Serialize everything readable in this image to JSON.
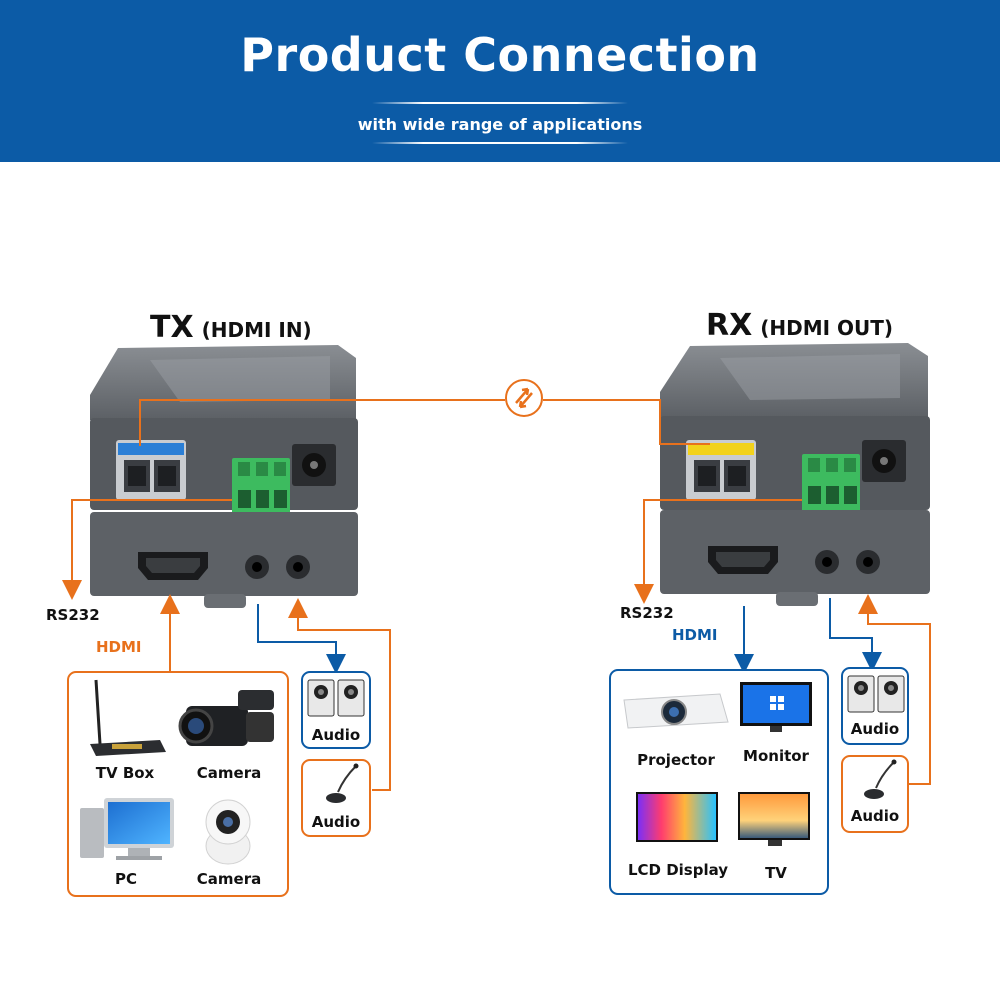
{
  "header": {
    "title": "Product Connection",
    "subtitle": "with wide range of applications"
  },
  "tx": {
    "title": "TX",
    "subtitle": "(HDMI IN)",
    "rs232_label": "RS232",
    "hdmi_label": "HDMI",
    "sources": [
      {
        "label": "TV Box",
        "icon": "tv-box-icon"
      },
      {
        "label": "Camera",
        "icon": "video-camera-icon"
      },
      {
        "label": "PC",
        "icon": "pc-icon"
      },
      {
        "label": "Camera",
        "icon": "security-camera-icon"
      }
    ],
    "audio_out_label": "Audio",
    "audio_in_label": "Audio"
  },
  "rx": {
    "title": "RX",
    "subtitle": "(HDMI OUT)",
    "rs232_label": "RS232",
    "hdmi_label": "HDMI",
    "displays": [
      {
        "label": "Projector",
        "icon": "projector-icon"
      },
      {
        "label": "Monitor",
        "icon": "monitor-icon"
      },
      {
        "label": "LCD Display",
        "icon": "lcd-display-icon"
      },
      {
        "label": "TV",
        "icon": "tv-icon"
      }
    ],
    "audio_out_label": "Audio",
    "audio_in_label": "Audio"
  },
  "colors": {
    "banner": "#0c5ba6",
    "orange": "#e8711c",
    "blue": "#0c5ba6",
    "device": "#505357",
    "sfp_tx": "#2b7fd6",
    "sfp_rx": "#f2d21b",
    "terminal": "#3dbb5f"
  }
}
